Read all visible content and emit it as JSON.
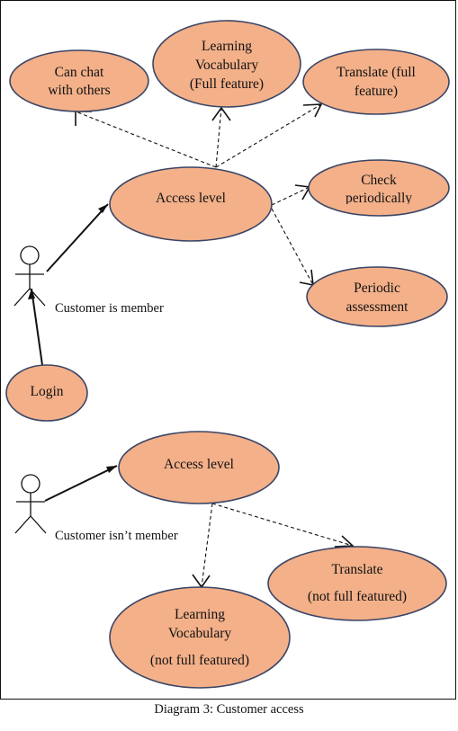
{
  "use_cases": {
    "chat": [
      "Can chat",
      "with others"
    ],
    "vocab_full": [
      "Learning",
      "Vocabulary",
      "(Full feature)"
    ],
    "translate_full": [
      "Translate (full",
      "feature)"
    ],
    "access_member": [
      "Access level"
    ],
    "check": [
      "Check",
      "periodically"
    ],
    "assessment": [
      "Periodic",
      "assessment"
    ],
    "login": [
      "Login"
    ],
    "access_nonmember": [
      "Access level"
    ],
    "translate_partial": [
      "Translate",
      "(not full featured)"
    ],
    "vocab_partial": [
      "Learning",
      "Vocabulary",
      "(not full featured)"
    ]
  },
  "actors": {
    "member": "Customer is member",
    "non_member": "Customer isn’t member"
  },
  "caption": "Diagram 3: Customer access"
}
